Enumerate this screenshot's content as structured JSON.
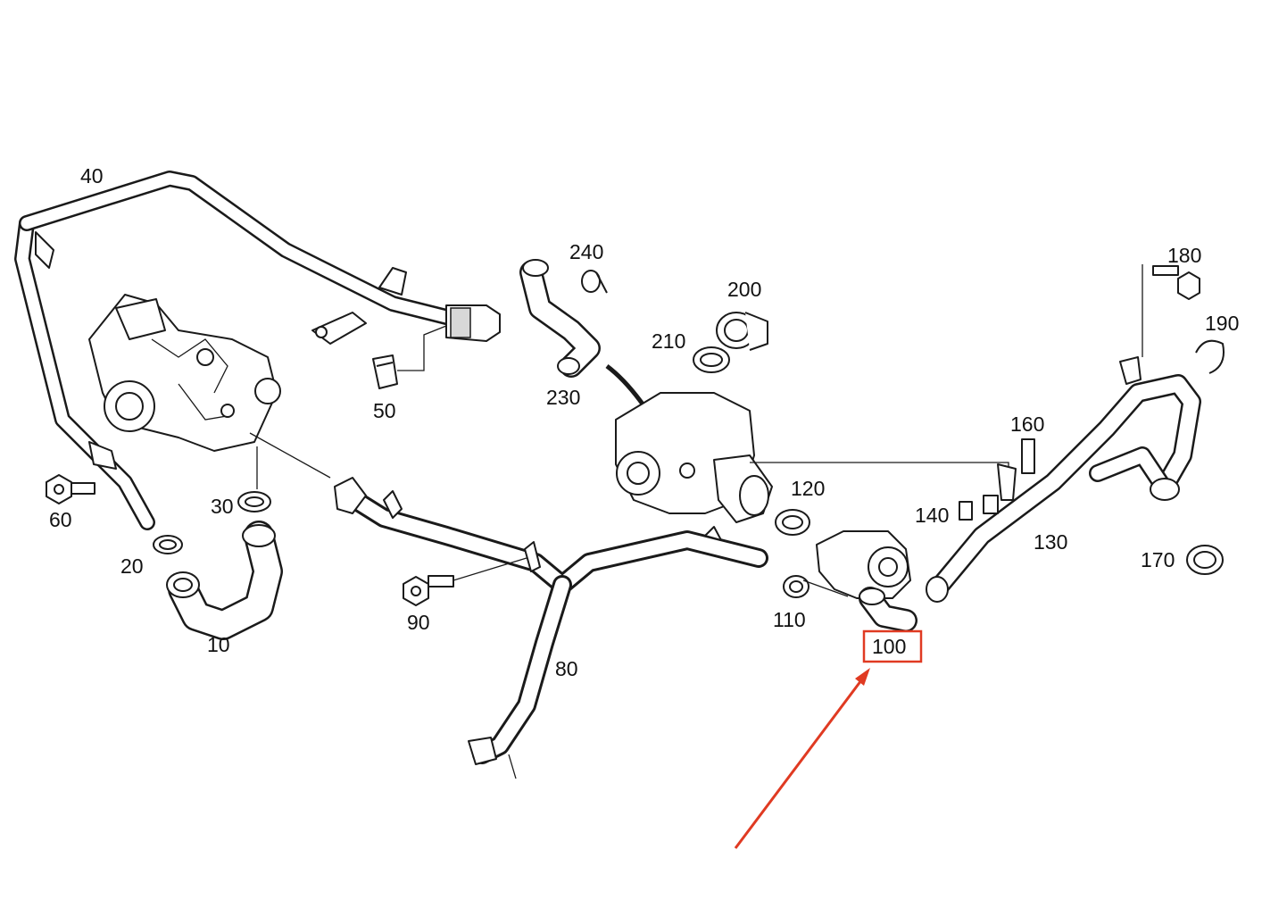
{
  "diagram": {
    "highlight_color": "#e03a22",
    "labels": {
      "p10": "10",
      "p20": "20",
      "p30": "30",
      "p40": "40",
      "p50": "50",
      "p60": "60",
      "p80": "80",
      "p90": "90",
      "p100": "100",
      "p110": "110",
      "p120": "120",
      "p130": "130",
      "p140": "140",
      "p160": "160",
      "p170": "170",
      "p180": "180",
      "p190": "190",
      "p200": "200",
      "p210": "210",
      "p230": "230",
      "p240": "240"
    },
    "highlighted_part": "100"
  }
}
